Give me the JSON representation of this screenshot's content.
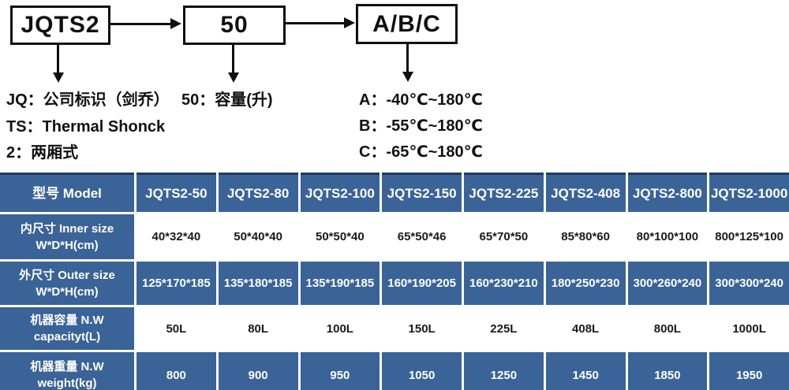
{
  "diagram": {
    "boxes": [
      {
        "label": "JQTS2"
      },
      {
        "label": "50"
      },
      {
        "label": "A/B/C"
      }
    ],
    "notes_left": [
      "JQ：公司标识（剑乔）",
      "TS：Thermal Shonck",
      "2：两厢式"
    ],
    "note_middle": "50：容量(升)",
    "notes_right": [
      "A：-40℃~180℃",
      "B：-55℃~180℃",
      "C：-65℃~180℃"
    ]
  },
  "table": {
    "header": [
      "型号 Model",
      "JQTS2-50",
      "JQTS2-80",
      "JQTS2-100",
      "JQTS2-150",
      "JQTS2-225",
      "JQTS2-408",
      "JQTS2-800",
      "JQTS2-1000"
    ],
    "rows": [
      {
        "label_zh": "内尺寸 Inner size",
        "label_en": "W*D*H(cm)",
        "style": "light",
        "values": [
          "40*32*40",
          "50*40*40",
          "50*50*40",
          "65*50*46",
          "65*70*50",
          "85*80*60",
          "80*100*100",
          "800*125*100"
        ]
      },
      {
        "label_zh": "外尺寸 Outer size",
        "label_en": "W*D*H(cm)",
        "style": "dark",
        "values": [
          "125*170*185",
          "135*180*185",
          "135*190*185",
          "160*190*205",
          "160*230*210",
          "180*250*230",
          "300*260*240",
          "300*300*240"
        ]
      },
      {
        "label_zh": "机器容量 N.W",
        "label_en": "capacityt(L)",
        "style": "light",
        "values": [
          "50L",
          "80L",
          "100L",
          "150L",
          "225L",
          "408L",
          "800L",
          "1000L"
        ]
      },
      {
        "label_zh": "机器重量 N.W",
        "label_en": "weight(kg)",
        "style": "dark",
        "values": [
          "800",
          "900",
          "950",
          "1050",
          "1250",
          "1450",
          "1850",
          "1950"
        ]
      }
    ]
  },
  "colors": {
    "cell_blue": "#3A6398",
    "border_navy": "#1E3A5F",
    "text_dark": "#1A1A1A",
    "diagram_black": "#0F0F0F"
  }
}
